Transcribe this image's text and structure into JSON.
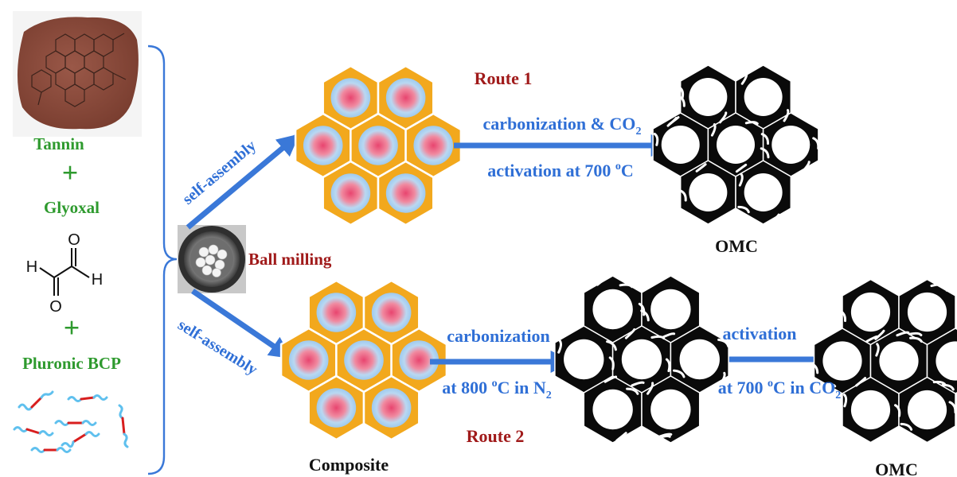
{
  "labels": {
    "tannin": "Tannin",
    "glyoxal": "Glyoxal",
    "pluronic": "Pluronic BCP",
    "plus": "+",
    "ball_milling": "Ball milling",
    "self_assembly": "self-assembly",
    "route1": "Route 1",
    "route2": "Route 2",
    "r1_step_line1": "carbonization & CO",
    "r1_step_line1_sub": "2",
    "r1_step_line2": "activation at 700 ",
    "r1_step_line2_sup": "o",
    "r1_step_line2_tail": "C",
    "r2_carb": "carbonization",
    "r2_carb_cond": "at 800 ",
    "r2_carb_cond_sup": "o",
    "r2_carb_cond_tail": "C in N",
    "r2_carb_cond_sub": "2",
    "r2_act": "activation",
    "r2_act_cond": "at 700 ",
    "r2_act_cond_sup": "o",
    "r2_act_cond_tail": "C in CO",
    "r2_act_cond_sub": "2",
    "omc": "OMC",
    "composite": "Composite",
    "glyoxal_h": "H",
    "glyoxal_o": "O"
  },
  "colors": {
    "green_text": "#2e9a2e",
    "red_text": "#a01a1a",
    "blue_text": "#2f6fd6",
    "arrow_blue": "#3a78d8",
    "hex_orange": "#f2a81d",
    "core_red": "#e85b7a",
    "core_blue": "#9fd0f0",
    "brace_blue": "#3a78d8",
    "carbon_black": "#0a0a0a",
    "powder_brown": "#8a4a3a"
  }
}
